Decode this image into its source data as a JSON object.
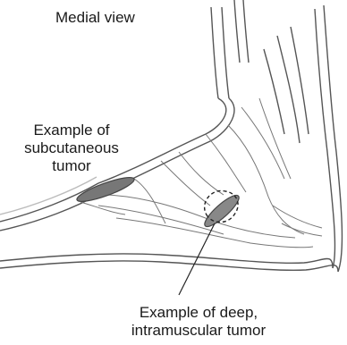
{
  "figure": {
    "title": "Medial view",
    "callouts": {
      "subcutaneous": [
        "Example of",
        "subcutaneous",
        "tumor"
      ],
      "deep": [
        "Example of deep,",
        "intramuscular tumor"
      ]
    }
  },
  "colors": {
    "outline": "#555555",
    "tumor_fill": "#777777",
    "skin_band": "#cfcfcf"
  }
}
